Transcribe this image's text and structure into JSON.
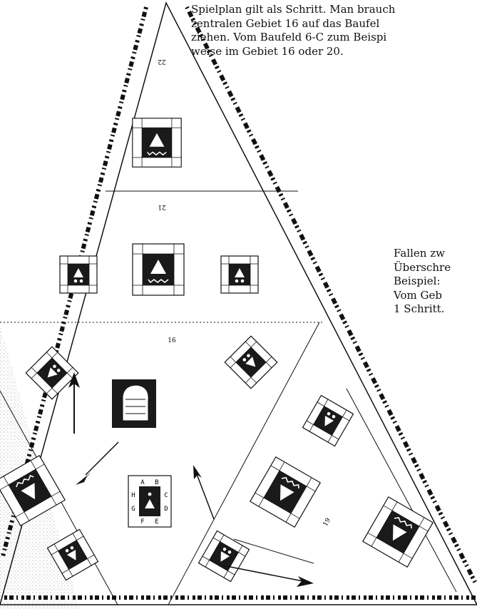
{
  "intro_lines": [
    "Spielplan gilt als Schritt. Man brauch",
    "zentralen Gebiet 16 auf das Baufel",
    "ziehen. Vom Baufeld 6-C zum Beispi",
    "weise im Gebiet 16 oder 20."
  ],
  "aside_lines": [
    "Fallen zw",
    "Überschre",
    "Beispiel:",
    "Vom Geb",
    "1 Schritt."
  ],
  "region_numbers": {
    "top": "22",
    "upper": "21",
    "center": "16",
    "right": "19"
  },
  "center_tile_letters": [
    "A",
    "B",
    "H",
    "C",
    "G",
    "D",
    "F",
    "E"
  ],
  "colors": {
    "ink": "#111111",
    "tile_dark": "#1a1a1a",
    "stipple": "#d9d9d9"
  },
  "icons": {
    "pharaoh": "pharaoh-head-icon",
    "border": "hieroglyph-border-icon",
    "arrow": "move-arrow-icon"
  }
}
